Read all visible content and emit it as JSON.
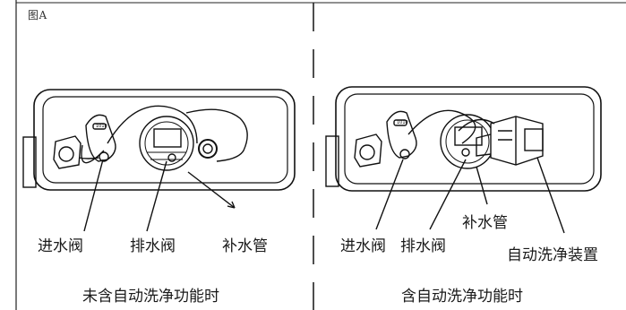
{
  "figure_label": "图A",
  "left_panel": {
    "labels": {
      "inlet_valve": "进水阀",
      "drain_valve": "排水阀",
      "refill_tube": "补水管"
    },
    "caption": "未含自动洗净功能时"
  },
  "right_panel": {
    "labels": {
      "inlet_valve": "进水阀",
      "drain_valve": "排水阀",
      "refill_tube": "补水管",
      "auto_clean_device": "自动洗净装置"
    },
    "caption": "含自动洗净功能时"
  },
  "valve_badge_text": "1010"
}
